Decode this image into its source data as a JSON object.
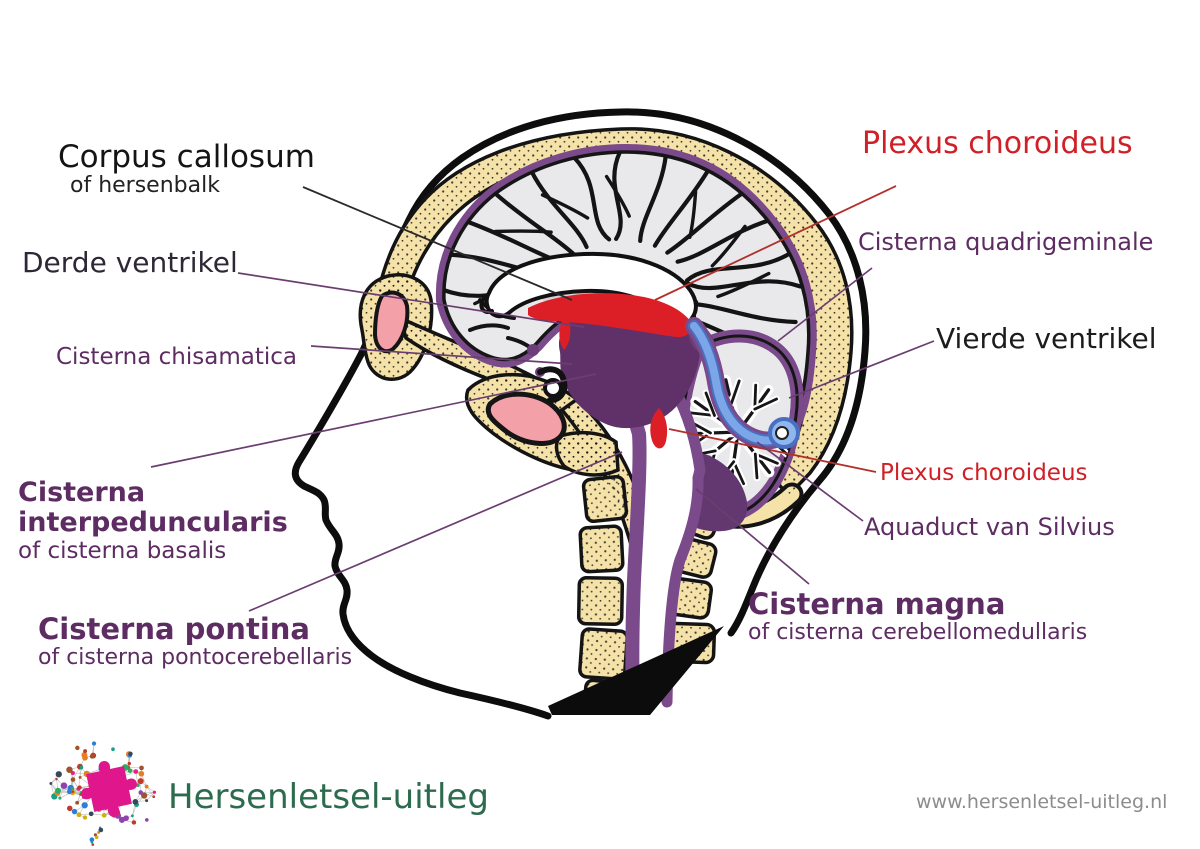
{
  "labels": {
    "corpus_callosum": {
      "title": "Corpus callosum",
      "subtitle": "of hersenbalk"
    },
    "derde_ventrikel": {
      "title": "Derde ventrikel"
    },
    "cisterna_chisamatica": {
      "title": "Cisterna chisamatica"
    },
    "cisterna_interpeduncularis": {
      "title": "Cisterna interpeduncularis",
      "subtitle": "of cisterna basalis"
    },
    "cisterna_pontina": {
      "title": "Cisterna pontina",
      "subtitle": "of cisterna pontocerebellaris"
    },
    "plexus_choroideus_top": {
      "title": "Plexus choroideus"
    },
    "cisterna_quadrigeminale": {
      "title": "Cisterna quadrigeminale"
    },
    "vierde_ventrikel": {
      "title": "Vierde ventrikel"
    },
    "plexus_choroideus_side": {
      "title": "Plexus choroideus"
    },
    "aquaduct_van_silvius": {
      "title": "Aquaduct van Silvius"
    },
    "cisterna_magna": {
      "title": "Cisterna magna",
      "subtitle": "of cisterna cerebellomedullaris"
    }
  },
  "illustration": {
    "colors": {
      "skull_bone": "#f5e2a8",
      "csf_purple": "#7a4a8a",
      "cistern_dark_purple": "#5f3168",
      "brain_gray": "#e9e9eb",
      "plexus_red": "#dc1f26",
      "aquaduct_blue": "#7ba6e8",
      "aquaduct_blue_dark": "#4a6fc0",
      "sinus_pink": "#f4a0a8",
      "label_purple": "#5d2c62",
      "label_red": "#d01f26",
      "logo_green": "#2d6b4e",
      "logo_magenta": "#e0168c",
      "url_gray": "#8c8c8c"
    }
  },
  "logo": {
    "icon": "brain-network-with-puzzle-piece",
    "dot_palette": [
      "#c0392b",
      "#e91e8c",
      "#27ae60",
      "#16a085",
      "#2980d9",
      "#e67e22",
      "#d4ac0d",
      "#8e44ad",
      "#a0522d",
      "#34495e"
    ]
  },
  "footer": {
    "logo_text": "Hersenletsel-uitleg",
    "website": "www.hersenletsel-uitleg.nl"
  }
}
